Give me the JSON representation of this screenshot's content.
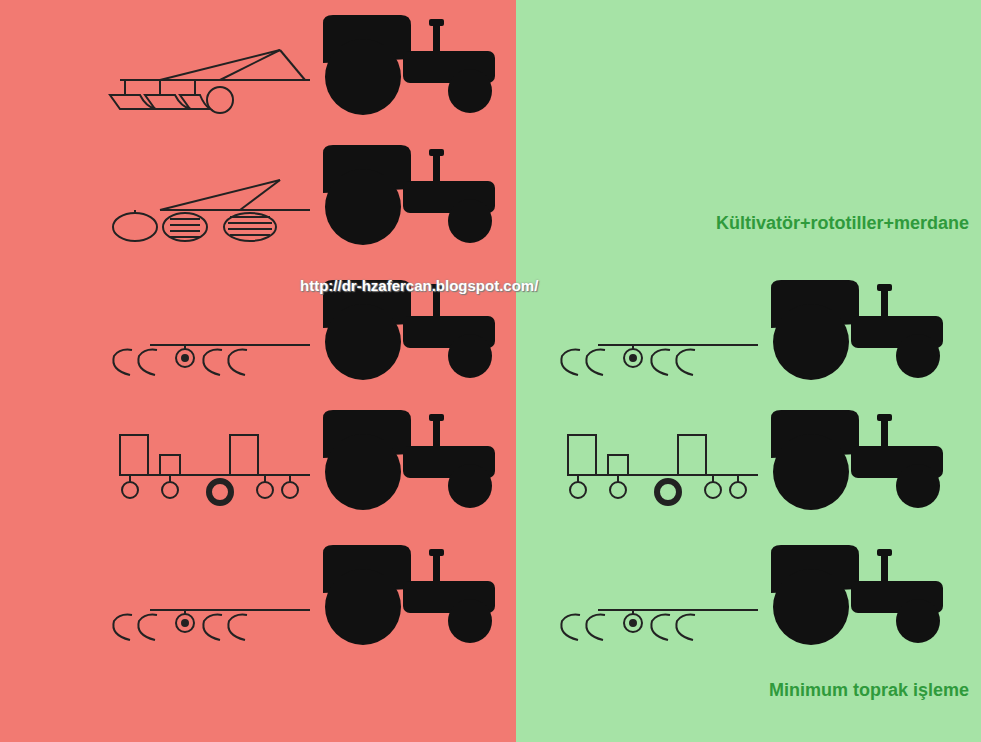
{
  "diagram": {
    "labels": [
      "Kültivatör+rototiller+merdane",
      "http://dr-hzafercan.blogspot.com/",
      "Minimum toprak işleme"
    ]
  }
}
